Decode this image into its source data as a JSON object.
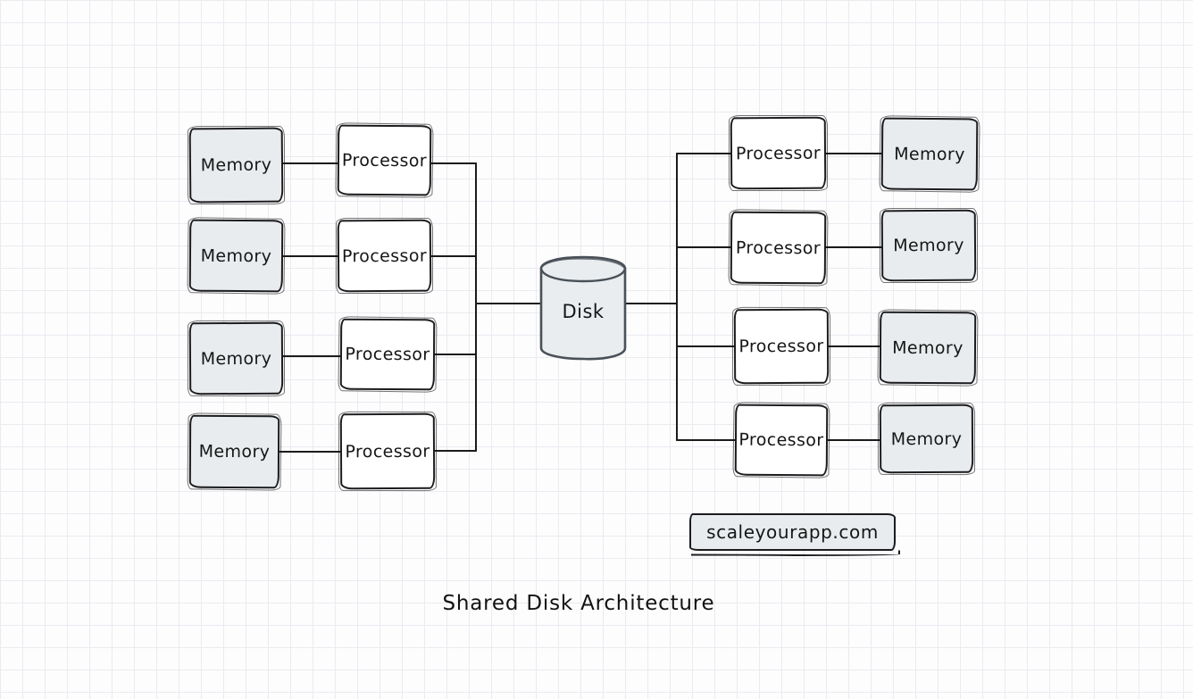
{
  "title": "Shared Disk Architecture",
  "watermark": "scaleyourapp.com",
  "disk": {
    "label": "Disk"
  },
  "left": {
    "rows": [
      {
        "memory": "Memory",
        "processor": "Processor"
      },
      {
        "memory": "Memory",
        "processor": "Processor"
      },
      {
        "memory": "Memory",
        "processor": "Processor"
      },
      {
        "memory": "Memory",
        "processor": "Processor"
      }
    ]
  },
  "right": {
    "rows": [
      {
        "processor": "Processor",
        "memory": "Memory"
      },
      {
        "processor": "Processor",
        "memory": "Memory"
      },
      {
        "processor": "Processor",
        "memory": "Memory"
      },
      {
        "processor": "Processor",
        "memory": "Memory"
      }
    ]
  },
  "colors": {
    "background": "#fdfdfe",
    "grid_line": "#ebebf0",
    "memory_fill": "#e8ecee",
    "processor_fill": "#ffffff",
    "node_stroke": "#1c1c1e",
    "connector": "#1b1b1b",
    "disk_stroke": "#495057",
    "disk_fill": "#e9edef",
    "text": "#161616"
  }
}
